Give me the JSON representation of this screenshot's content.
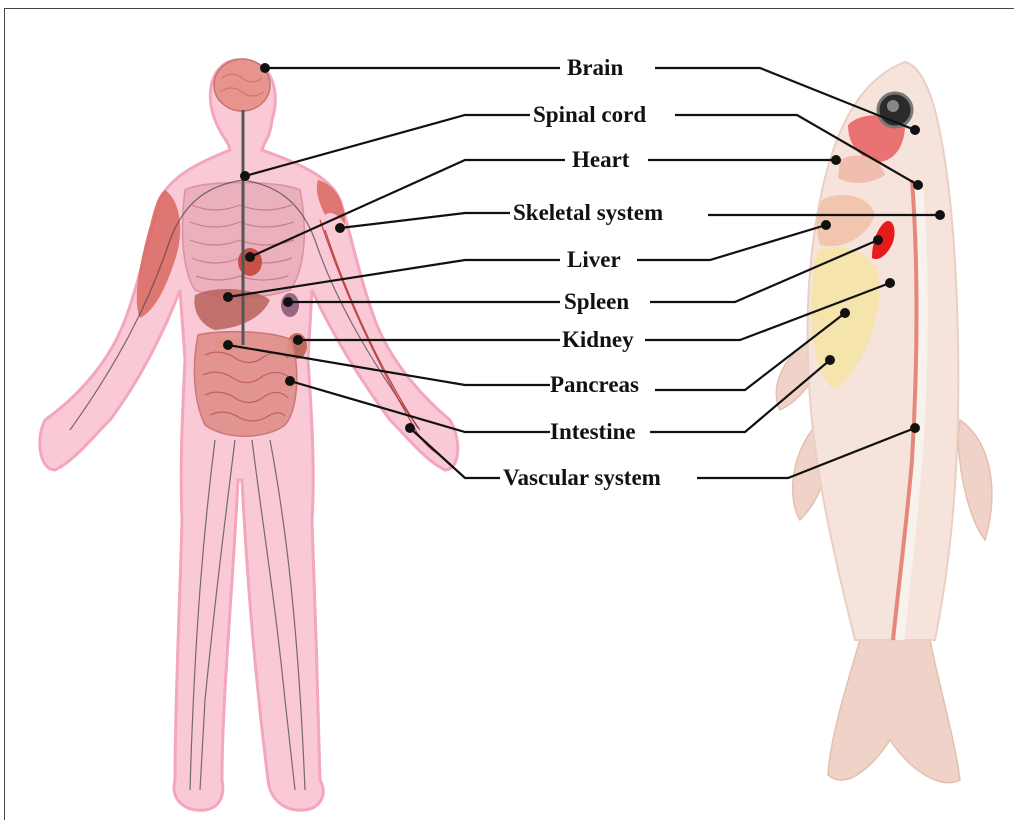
{
  "labels": {
    "brain": "Brain",
    "spinal_cord": "Spinal cord",
    "heart": "Heart",
    "skeletal_system": "Skeletal system",
    "liver": "Liver",
    "spleen": "Spleen",
    "kidney": "Kidney",
    "pancreas": "Pancreas",
    "intestine": "Intestine",
    "vascular_system": "Vascular system"
  },
  "colors": {
    "human_skin": "#f9c9d6",
    "human_outline": "#f3a6bd",
    "muscle": "#d9675f",
    "brain": "#e7938e",
    "fish_body": "#f6e3dc",
    "fish_fin": "#f0d3c8",
    "spine_vessel": "#e5887c",
    "swim_bladder": "#f5e3a6",
    "gill": "#e86666",
    "kidney_red": "#e81b1b",
    "leader_line": "#111111"
  }
}
